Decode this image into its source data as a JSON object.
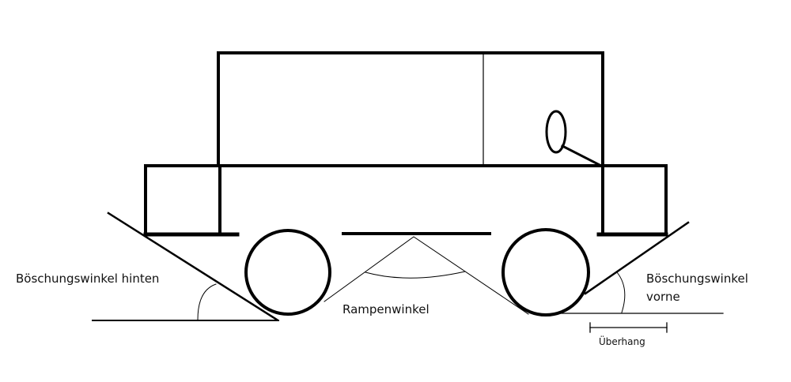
{
  "labels": {
    "rear_angle": "Böschungswinkel hinten",
    "ramp_angle": "Rampenwinkel",
    "front_angle_line1": "Böschungswinkel",
    "front_angle_line2": "vorne",
    "overhang": "Überhang"
  },
  "colors": {
    "stroke": "#000000",
    "background": "#ffffff"
  }
}
